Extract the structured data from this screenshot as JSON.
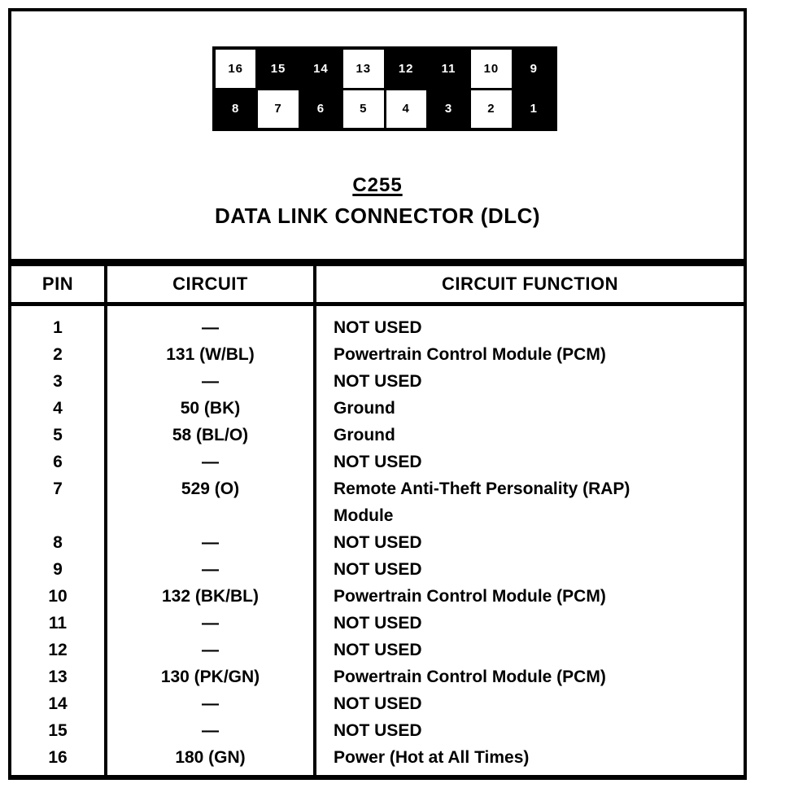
{
  "colors": {
    "ink": "#000000",
    "paper": "#ffffff"
  },
  "connector": {
    "id_label": "C255",
    "title_label": "DATA LINK CONNECTOR (DLC)",
    "pin_rows": [
      [
        "16",
        "15",
        "14",
        "13",
        "12",
        "11",
        "10",
        "9"
      ],
      [
        "8",
        "7",
        "6",
        "5",
        "4",
        "3",
        "2",
        "1"
      ]
    ],
    "used_pins": [
      "16",
      "13",
      "10",
      "7",
      "5",
      "4",
      "2"
    ]
  },
  "table": {
    "headers": [
      "PIN",
      "CIRCUIT",
      "CIRCUIT FUNCTION"
    ],
    "rows": [
      {
        "pin": "1",
        "circuit": "—",
        "function_lines": [
          "NOT USED"
        ]
      },
      {
        "pin": "2",
        "circuit": "131 (W/BL)",
        "function_lines": [
          "Powertrain Control Module (PCM)"
        ]
      },
      {
        "pin": "3",
        "circuit": "—",
        "function_lines": [
          "NOT USED"
        ]
      },
      {
        "pin": "4",
        "circuit": "50 (BK)",
        "function_lines": [
          "Ground"
        ]
      },
      {
        "pin": "5",
        "circuit": "58 (BL/O)",
        "function_lines": [
          "Ground"
        ]
      },
      {
        "pin": "6",
        "circuit": "—",
        "function_lines": [
          "NOT USED"
        ]
      },
      {
        "pin": "7",
        "circuit": "529 (O)",
        "function_lines": [
          "Remote Anti-Theft Personality (RAP)",
          "Module"
        ]
      },
      {
        "pin": "8",
        "circuit": "—",
        "function_lines": [
          "NOT USED"
        ]
      },
      {
        "pin": "9",
        "circuit": "—",
        "function_lines": [
          "NOT USED"
        ]
      },
      {
        "pin": "10",
        "circuit": "132 (BK/BL)",
        "function_lines": [
          "Powertrain Control Module (PCM)"
        ]
      },
      {
        "pin": "11",
        "circuit": "—",
        "function_lines": [
          "NOT USED"
        ]
      },
      {
        "pin": "12",
        "circuit": "—",
        "function_lines": [
          "NOT USED"
        ]
      },
      {
        "pin": "13",
        "circuit": "130 (PK/GN)",
        "function_lines": [
          "Powertrain Control Module (PCM)"
        ]
      },
      {
        "pin": "14",
        "circuit": "—",
        "function_lines": [
          "NOT USED"
        ]
      },
      {
        "pin": "15",
        "circuit": "—",
        "function_lines": [
          "NOT USED"
        ]
      },
      {
        "pin": "16",
        "circuit": "180 (GN)",
        "function_lines": [
          "Power (Hot at All Times)"
        ]
      }
    ]
  }
}
